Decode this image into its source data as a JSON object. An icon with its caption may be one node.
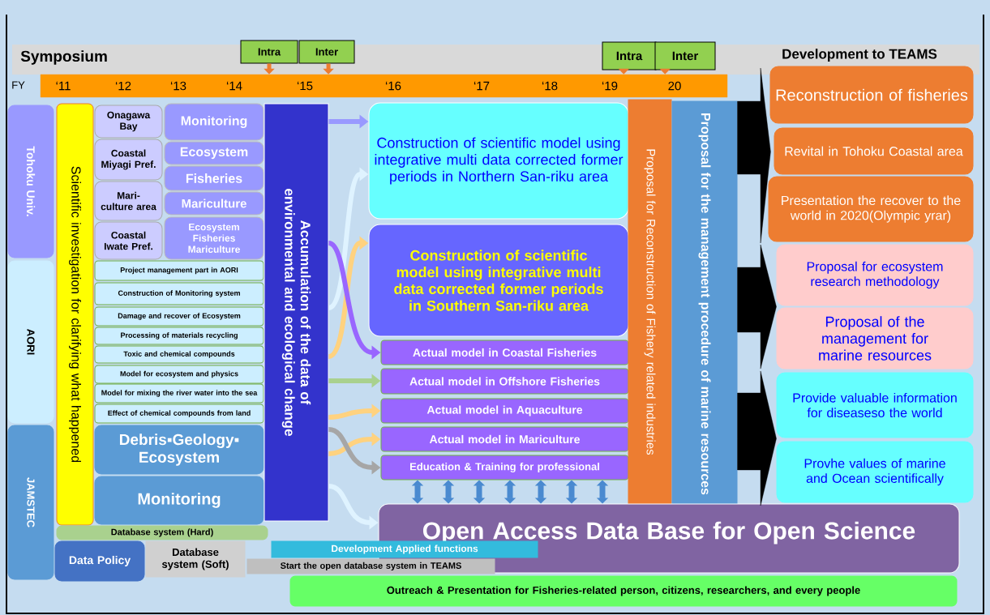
{
  "diagram": {
    "nodes": [
      {
        "text": [
          "Intra"
        ]
      },
      {
        "text": [
          "Inter"
        ]
      },
      {
        "text": [
          "Intra"
        ]
      },
      {
        "text": [
          "Inter"
        ]
      },
      {
        "text": [
          "Tohoku Univ."
        ]
      },
      {
        "text": [
          "AORI"
        ]
      },
      {
        "text": [
          "JAMSTEC"
        ]
      },
      {
        "text": [
          "Scientific investigation for clarifying what happened"
        ]
      },
      {
        "text": [
          "Onagawa Bay"
        ]
      },
      {
        "text": [
          "Coastal Miyagi Pref."
        ]
      },
      {
        "text": [
          "Mari-culture area"
        ]
      },
      {
        "text": [
          "Coastal Iwate Pref."
        ]
      },
      {
        "text": [
          "Monitoring"
        ]
      },
      {
        "text": [
          "Ecosystem"
        ]
      },
      {
        "text": [
          "Fisheries"
        ]
      },
      {
        "text": [
          "Mariculture"
        ]
      },
      {
        "text": [
          "Ecosystem Fisheries Mariculture"
        ]
      },
      {
        "text": [
          "Project management part in AORI"
        ]
      },
      {
        "text": [
          "Construction of Monitoring system"
        ]
      },
      {
        "text": [
          "Damage and recover of Ecosystem"
        ]
      },
      {
        "text": [
          "Processing of materials recycling"
        ]
      },
      {
        "text": [
          "Toxic and chemical compounds"
        ]
      },
      {
        "text": [
          "Model for ecosystem and physics"
        ]
      },
      {
        "text": [
          "Model for mixing the river water into the sea"
        ]
      },
      {
        "text": [
          "Effect of chemical compounds from land"
        ]
      },
      {
        "text": [
          "Debris▪Geology▪ Ecosystem"
        ]
      },
      {
        "text": [
          "Monitoring"
        ]
      },
      {
        "text": [
          "Accumulation of the data of environmental and ecological change"
        ]
      },
      {
        "text": [
          "Construction of scientific model using integrative multi data corrected former periods in Northern San-riku area"
        ]
      },
      {
        "text": [
          "Construction of scientific model using integrative multi data corrected former periods in Southern San-riku area"
        ]
      },
      {
        "text": [
          "Actual model in Coastal Fisheries"
        ]
      },
      {
        "text": [
          "Actual model in Offshore Fisheries"
        ]
      },
      {
        "text": [
          "Actual model in Aquaculture"
        ]
      },
      {
        "text": [
          "Actual model in Mariculture"
        ]
      },
      {
        "text": [
          "Education & Training for professional"
        ]
      },
      {
        "text": [
          "Proposal for Reconstruction of Fishery related industries"
        ]
      },
      {
        "text": [
          "Proposal for the management procedure of marine resources"
        ]
      },
      {
        "text": [
          "Reconstruction of fisheries"
        ]
      },
      {
        "text": [
          "Revital in Tohoku Coastal area"
        ]
      },
      {
        "text": [
          "Presentation the recover to the world in 2020(Olympic yrar)"
        ]
      },
      {
        "text": [
          "Proposal for ecosystem research methodology"
        ]
      },
      {
        "text": [
          "Proposal of the management for marine resources"
        ]
      },
      {
        "text": [
          "Provide valuable information for diseaseso the world"
        ]
      },
      {
        "text": [
          "Provhe values of marine and Ocean scientifically"
        ]
      },
      {
        "text": [
          "Open Access Data Base for Open Science"
        ]
      },
      {
        "text": [
          "Database system (Hard)"
        ]
      },
      {
        "text": [
          "Data Policy"
        ]
      },
      {
        "text": [
          "Database system (Soft)"
        ]
      },
      {
        "text": [
          "Development Applied functions"
        ]
      },
      {
        "text": [
          "Start the open database system in TEAMS"
        ]
      },
      {
        "text": [
          "Outreach & Presentation for Fisheries-related person, citizens, researchers, and every people"
        ]
      },
      {
        "text": [
          "‘11",
          "‘12",
          "‘13",
          "‘14",
          "‘15",
          "‘16",
          "‘17",
          "‘18",
          "‘19",
          "20"
        ]
      }
    ],
    "edges": [
      {
        "from": 0,
        "to": 51,
        "arrow": "to",
        "color": "#ed7d31"
      },
      {
        "from": 1,
        "to": 51,
        "arrow": "to",
        "color": "#ed7d31"
      },
      {
        "from": 2,
        "to": 51,
        "arrow": "to",
        "color": "#ed7d31"
      },
      {
        "from": 3,
        "to": 51,
        "arrow": "to",
        "color": "#ed7d31"
      },
      {
        "from": 27,
        "to": 28,
        "arrow": "to",
        "color": "#9999ff"
      },
      {
        "from": 27,
        "to": 28,
        "arrow": "to",
        "color": "#dff3ff"
      },
      {
        "from": 27,
        "to": 29,
        "arrow": "to",
        "color": "#ffd27f"
      },
      {
        "from": 27,
        "to": 30,
        "arrow": "to",
        "color": "#9966ff"
      },
      {
        "from": 27,
        "to": 31,
        "arrow": "to",
        "color": "#a9d18e"
      },
      {
        "from": 27,
        "to": 32,
        "arrow": "to",
        "color": "#ffd27f"
      },
      {
        "from": 27,
        "to": 33,
        "arrow": "to",
        "color": "#ffd27f"
      },
      {
        "from": 27,
        "to": 34,
        "arrow": "to",
        "color": "#a6a6a6"
      },
      {
        "from": 27,
        "to": 44,
        "arrow": "to",
        "color": "#dff3ff"
      },
      {
        "from": 34,
        "to": 44,
        "arrow": "both",
        "color": "#4a8ad0"
      },
      {
        "from": 34,
        "to": 44,
        "arrow": "both",
        "color": "#4a8ad0"
      },
      {
        "from": 34,
        "to": 44,
        "arrow": "both",
        "color": "#4a8ad0"
      },
      {
        "from": 34,
        "to": 44,
        "arrow": "both",
        "color": "#4a8ad0"
      },
      {
        "from": 34,
        "to": 44,
        "arrow": "both",
        "color": "#4a8ad0"
      },
      {
        "from": 34,
        "to": 44,
        "arrow": "both",
        "color": "#4a8ad0"
      },
      {
        "from": 34,
        "to": 44,
        "arrow": "both",
        "color": "#4a8ad0"
      },
      {
        "from": 36,
        "to": 37,
        "arrow": "to"
      },
      {
        "from": 36,
        "to": 38,
        "arrow": "to"
      },
      {
        "from": 36,
        "to": 39,
        "arrow": "to"
      },
      {
        "from": 36,
        "to": 40,
        "arrow": "to"
      },
      {
        "from": 36,
        "to": 41,
        "arrow": "to"
      },
      {
        "from": 36,
        "to": 42,
        "arrow": "to"
      },
      {
        "from": 36,
        "to": 43,
        "arrow": "to"
      }
    ],
    "labels": [
      "Symposium",
      "FY",
      "Development to TEAMS"
    ]
  }
}
